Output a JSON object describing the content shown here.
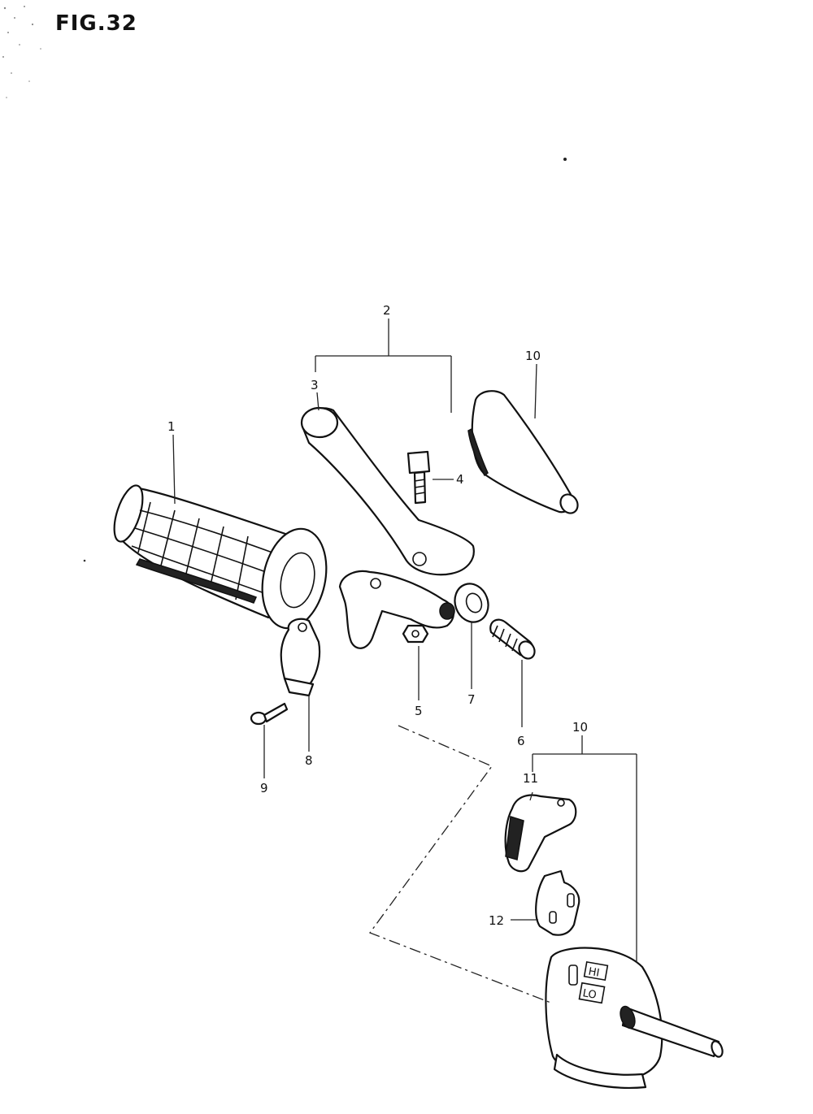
{
  "figure": {
    "title": "FIG.32"
  },
  "callouts": {
    "c1": "1",
    "c2": "2",
    "c3": "3",
    "c4": "4",
    "c5": "5",
    "c6": "6",
    "c7": "7",
    "c8": "8",
    "c9": "9",
    "c10a": "10",
    "c10b": "10",
    "c11": "11",
    "c12": "12"
  },
  "switch_labels": {
    "hi": "HI",
    "lo": "LO"
  }
}
